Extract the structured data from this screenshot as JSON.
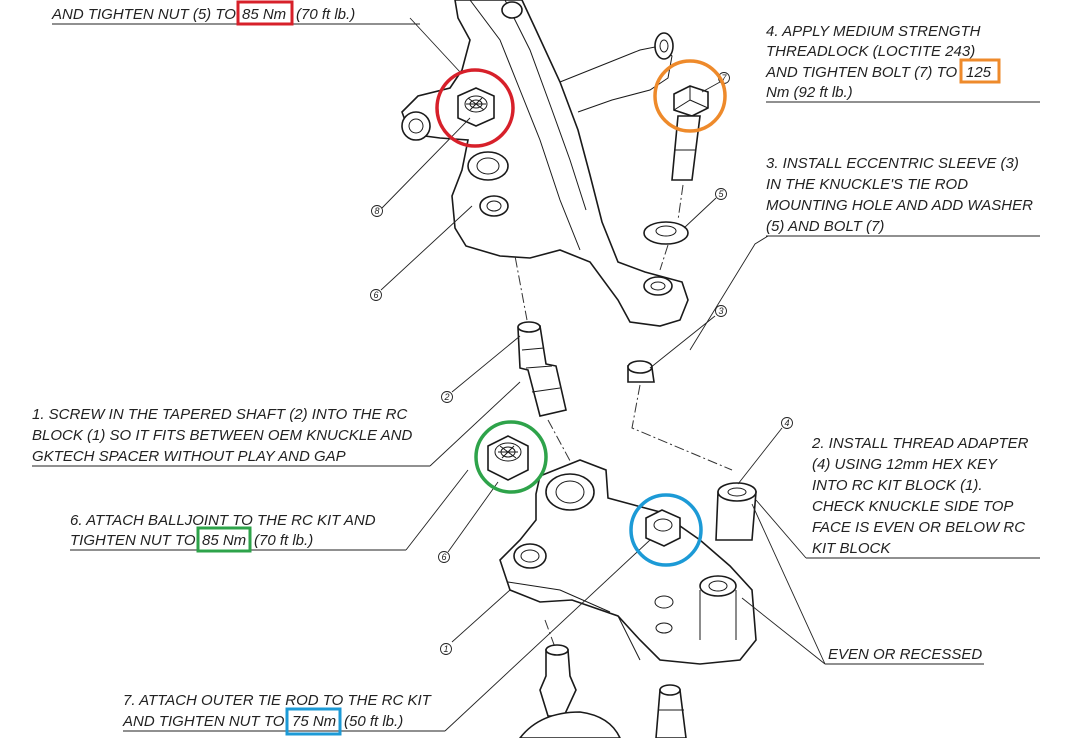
{
  "notes": {
    "note_top_tail": "AND TIGHTEN NUT (5) TO",
    "note_top_torque": "85 Nm",
    "note_top_imperial": "(70 ft lb.)",
    "note4_l1": "4.  APPLY MEDIUM STRENGTH",
    "note4_l2": "THREADLOCK (LOCTITE 243)",
    "note4_l3": "AND TIGHTEN BOLT (7) TO",
    "note4_torque": "125",
    "note4_l4": "Nm (92 ft lb.)",
    "note3_l1": "3. INSTALL ECCENTRIC SLEEVE (3)",
    "note3_l2": "IN THE KNUCKLE'S TIE ROD",
    "note3_l3": "MOUNTING HOLE AND ADD WASHER",
    "note3_l4": "(5) AND BOLT (7)",
    "note1_l1": "1. SCREW IN THE TAPERED SHAFT (2) INTO THE RC",
    "note1_l2": "BLOCK (1) SO IT FITS BETWEEN OEM KNUCKLE AND",
    "note1_l3": "GKTECH SPACER WITHOUT PLAY AND GAP",
    "note2_l1": "2. INSTALL THREAD ADAPTER",
    "note2_l2": "(4) USING 12mm HEX KEY",
    "note2_l3": "INTO RC KIT BLOCK (1).",
    "note2_l4": "CHECK KNUCKLE SIDE TOP",
    "note2_l5": "FACE IS EVEN OR BELOW RC",
    "note2_l6": "KIT BLOCK",
    "note6_l1": "6.  ATTACH BALLJOINT TO THE RC KIT AND",
    "note6_l2a": "TIGHTEN NUT TO",
    "note6_torque": "85 Nm",
    "note6_imperial": "(70 ft lb.)",
    "note7_l1": "7.  ATTACH OUTER TIE ROD TO THE RC KIT",
    "note7_l2a": "AND TIGHTEN NUT TO",
    "note7_torque": "75 Nm",
    "note7_imperial": "(50 ft lb.)",
    "even_label": "EVEN OR RECESSED"
  },
  "callouts": {
    "c7": "7",
    "c5": "5",
    "c8": "8",
    "c6_top": "6",
    "c3": "3",
    "c2": "2",
    "c4": "4",
    "c6_bottom": "6",
    "c1": "1"
  },
  "highlight_colors": {
    "red": "#d7202a",
    "orange": "#ee8a2b",
    "green": "#2ea34a",
    "blue": "#1c9ad6"
  }
}
